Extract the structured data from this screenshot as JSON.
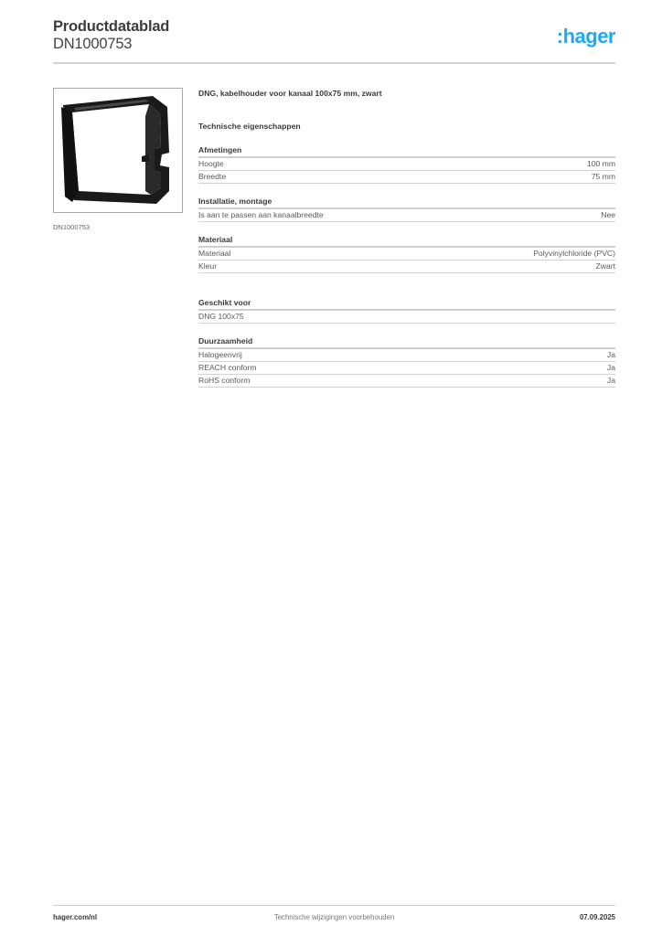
{
  "header": {
    "title": "Productdatablad",
    "code": "DN1000753",
    "logo": ":hager",
    "brand_color": "#1eaaf1"
  },
  "product": {
    "image_icon": "cable-holder-product-image",
    "image_caption": "DN1000753",
    "description": "DNG, kabelhouder voor kanaal 100x75 mm, zwart"
  },
  "specs": {
    "heading": "Technische eigenschappen",
    "groups": [
      {
        "title": "Afmetingen",
        "rows": [
          {
            "label": "Hoogte",
            "value": "100 mm"
          },
          {
            "label": "Breedte",
            "value": "75 mm"
          }
        ]
      },
      {
        "title": "Installatie, montage",
        "rows": [
          {
            "label": "Is aan te passen aan kanaalbreedte",
            "value": "Nee"
          }
        ]
      },
      {
        "title": "Materiaal",
        "rows": [
          {
            "label": "Materiaal",
            "value": "Polyvinylchloride (PVC)"
          },
          {
            "label": "Kleur",
            "value": "Zwart"
          }
        ]
      },
      {
        "title": "Geschikt voor",
        "rows": [
          {
            "label": "DNG 100x75",
            "value": ""
          }
        ]
      },
      {
        "title": "Duurzaamheid",
        "rows": [
          {
            "label": "Halogeenvrij",
            "value": "Ja"
          },
          {
            "label": "REACH conform",
            "value": "Ja"
          },
          {
            "label": "RoHS conform",
            "value": "Ja"
          }
        ]
      }
    ]
  },
  "footer": {
    "website": "hager.com/nl",
    "disclaimer": "Technische wijzigingen voorbehouden",
    "date": "07.09.2025"
  }
}
